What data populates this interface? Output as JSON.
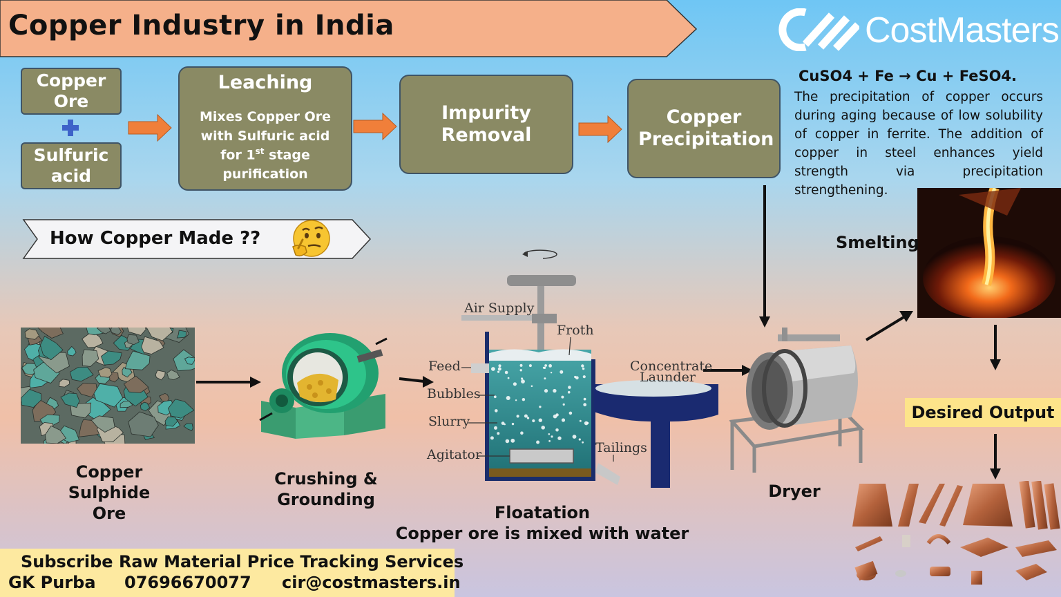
{
  "title": "Copper Industry in India",
  "brand": {
    "name": "CostMasters",
    "color": "#ffffff"
  },
  "process": {
    "copper_ore": "Copper Ore",
    "sulfuric_acid": "Sulfuric acid",
    "leaching": {
      "title": "Leaching",
      "desc_line1": "Mixes Copper Ore",
      "desc_line2": "with Sulfuric acid",
      "desc_line3_pre": "for 1",
      "desc_line3_sup": "st",
      "desc_line3_post": " stage",
      "desc_line4": "purification"
    },
    "impurity_removal": "Impurity Removal",
    "copper_precipitation": "Copper Precipitation",
    "box_color": "#8a8a64",
    "arrow_color": "#f07f3a"
  },
  "chemistry": {
    "reaction": "CuSO4 + Fe → Cu + FeSO4.",
    "description": "The precipitation of copper occurs during aging because of low solubility of copper in ferrite. The addition of copper in steel enhances yield strength via precipitation strengthening."
  },
  "how_made": "How Copper Made ??",
  "stages": {
    "ore": "Copper Sulphide Ore",
    "crushing": "Crushing & Grounding",
    "floatation_title": "Floatation",
    "floatation_desc": "Copper ore is mixed with water",
    "dryer": "Dryer",
    "smelting": "Smelting",
    "desired_output": "Desired Output"
  },
  "floatation_labels": {
    "air_supply": "Air Supply",
    "froth": "Froth",
    "feed": "Feed",
    "bubbles": "Bubbles",
    "slurry": "Slurry",
    "agitator": "Agitator",
    "concentrate": "Concentrate",
    "launder": "Launder",
    "tailings": "Tailings"
  },
  "footer": {
    "line1": "Subscribe Raw Material Price Tracking Services",
    "name": "GK Purba",
    "phone": "07696670077",
    "email": "cir@costmasters.in",
    "background": "#fde9a0"
  },
  "icons": [
    "plus-icon",
    "thinking-face-icon",
    "costmasters-logo-icon"
  ]
}
